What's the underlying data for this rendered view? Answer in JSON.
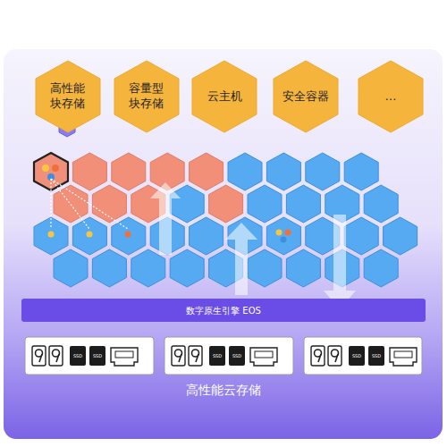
{
  "diagram": {
    "caption": "高性能云存储",
    "nodes": [
      {
        "text": [
          "高性能块存储"
        ]
      },
      {
        "text": [
          "容量型块存储"
        ]
      },
      {
        "text": [
          "云主机"
        ]
      },
      {
        "text": [
          "安全容器"
        ]
      },
      {
        "text": [
          "…"
        ]
      },
      {
        "text": [
          "数字原生引擎 EOS"
        ]
      }
    ],
    "labels": [
      "SSD",
      "SSD",
      "SSD",
      "SSD",
      "SSD",
      "SSD"
    ]
  }
}
